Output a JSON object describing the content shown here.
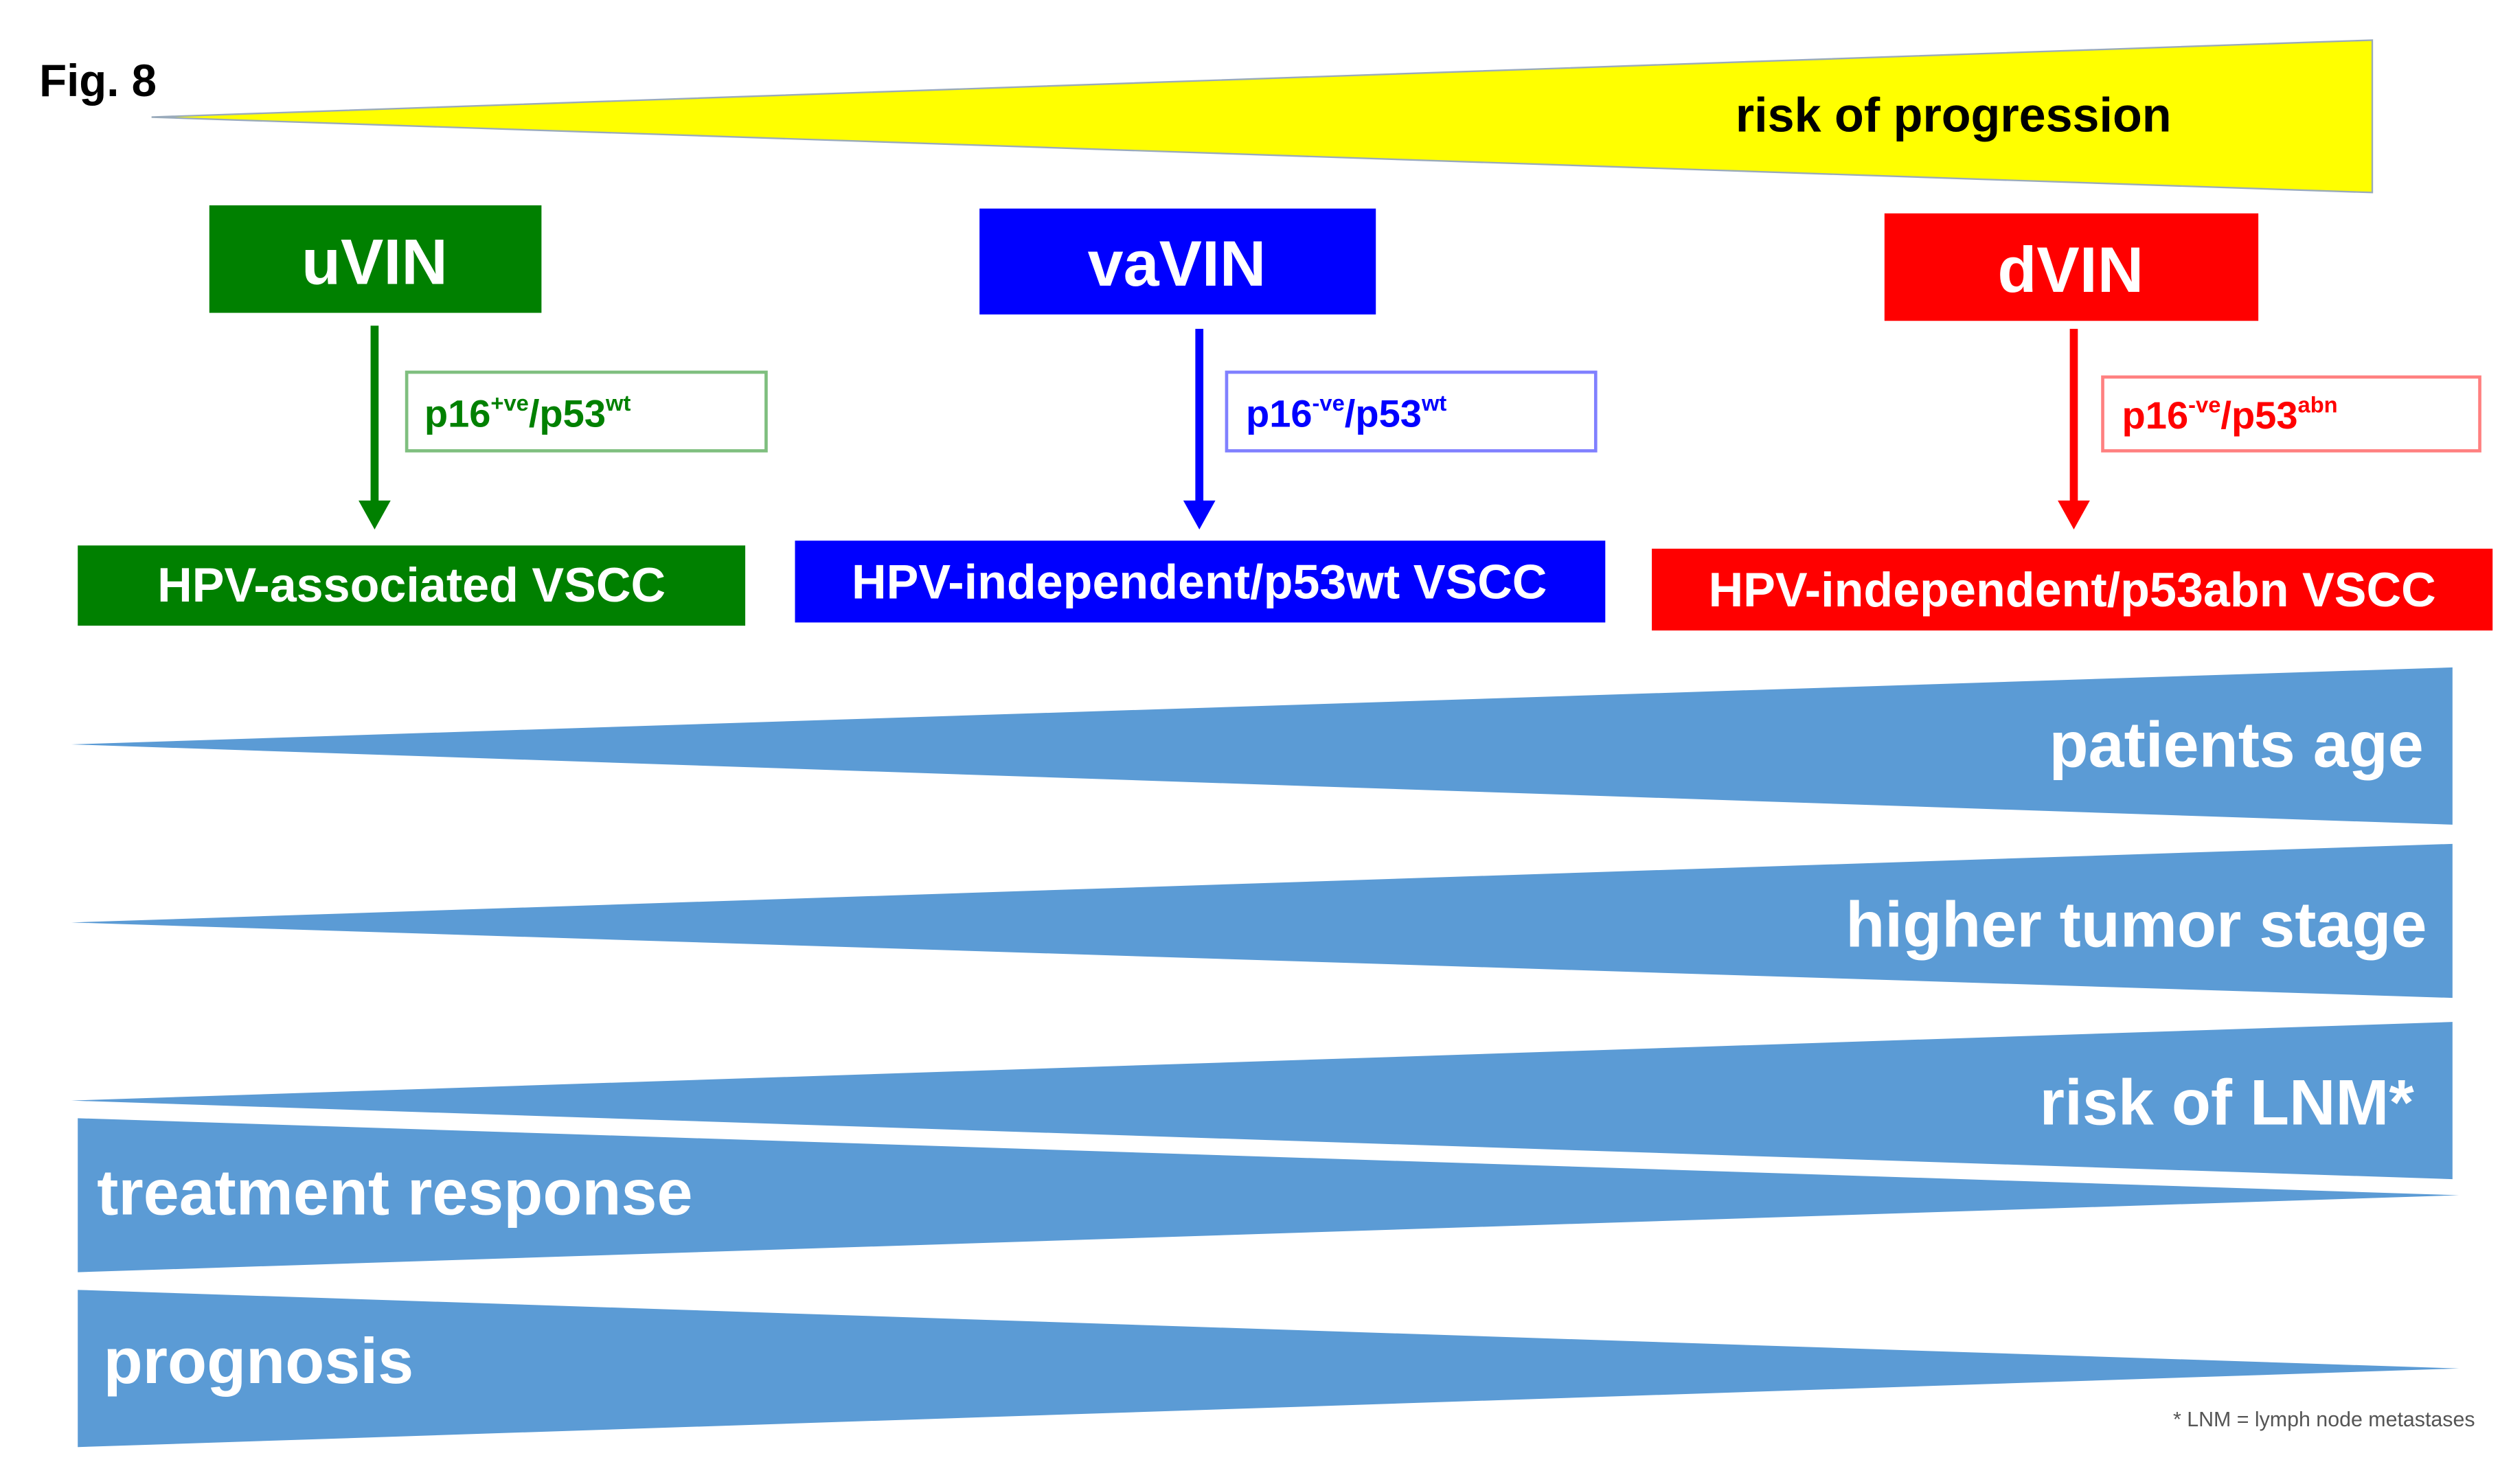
{
  "figure_label": "Fig. 8",
  "risk_of_progression": {
    "label": "risk of progression",
    "color": "#ffff00"
  },
  "lesions": [
    {
      "name": "uVIN",
      "marker": "p16",
      "marker_sup": "+ve",
      "marker2": "/p53",
      "marker2_sup": "wt",
      "outcome": "HPV-associated VSCC",
      "color": "#008000"
    },
    {
      "name": "vaVIN",
      "marker": "p16",
      "marker_sup": "-ve",
      "marker2": "/p53",
      "marker2_sup": "wt",
      "outcome": "HPV-independent/p53wt VSCC",
      "color": "#0000ff"
    },
    {
      "name": "dVIN",
      "marker": "p16",
      "marker_sup": "-ve",
      "marker2": "/p53",
      "marker2_sup": "abn",
      "outcome": "HPV-independent/p53abn VSCC",
      "color": "#ff0000"
    }
  ],
  "wedges": {
    "color": "#5b9bd5",
    "increasing": [
      "patients age",
      "higher tumor stage",
      "risk of LNM*"
    ],
    "decreasing": [
      "treatment response",
      "prognosis"
    ]
  },
  "footnote": "* LNM = lymph node metastases"
}
